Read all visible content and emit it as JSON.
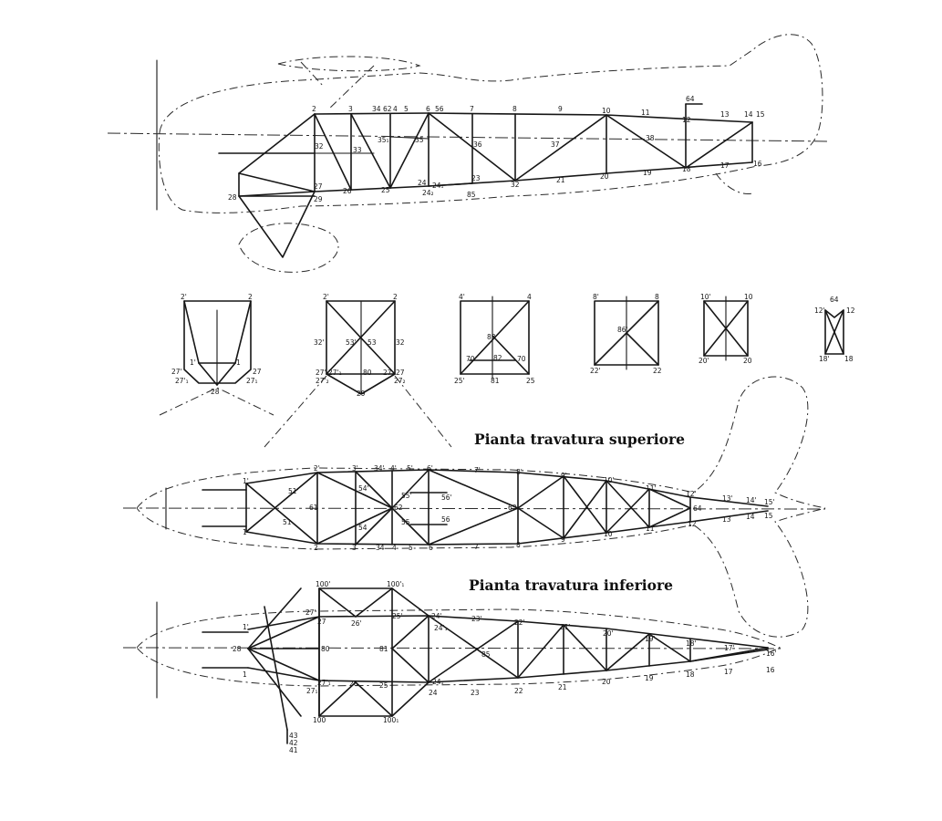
{
  "titles": {
    "upper_plan": "Pianta travatura superiore",
    "lower_plan": "Pianta travatura inferiore"
  },
  "side_view_labels": [
    "2",
    "3",
    "34",
    "62",
    "4",
    "5",
    "6",
    "56",
    "7",
    "8",
    "9",
    "10",
    "11",
    "64",
    "12",
    "13",
    "14",
    "15",
    "16",
    "17",
    "18",
    "19",
    "20",
    "21",
    "32",
    "23",
    "85",
    "24",
    "24₁",
    "24₂",
    "25",
    "26",
    "27",
    "28",
    "29",
    "32",
    "33",
    "35₁",
    "35",
    "36",
    "37",
    "38"
  ],
  "sections": [
    {
      "labels": [
        "2'",
        "2",
        "1'",
        "1",
        "27'",
        "27",
        "27'₁",
        "27₁",
        "28"
      ]
    },
    {
      "labels": [
        "2'",
        "2",
        "32'",
        "32",
        "53'",
        "53",
        "27'",
        "27'₁",
        "80",
        "27₁",
        "27",
        "27'₂",
        "27₂",
        "29"
      ]
    },
    {
      "labels": [
        "4'",
        "4",
        "83",
        "82",
        "70",
        "70",
        "25'",
        "81",
        "25"
      ]
    },
    {
      "labels": [
        "8'",
        "8",
        "86'",
        "22'",
        "22"
      ]
    },
    {
      "labels": [
        "10'",
        "10",
        "20'",
        "20"
      ]
    },
    {
      "labels": [
        "64",
        "12'",
        "12",
        "18'",
        "18"
      ]
    }
  ],
  "upper_plan_labels": [
    "1'",
    "1",
    "51'",
    "51",
    "61",
    "2'",
    "2",
    "3'",
    "3",
    "34'",
    "34",
    "4'",
    "4",
    "5'",
    "5",
    "6'",
    "6",
    "7'",
    "7",
    "8'",
    "8",
    "9'",
    "9",
    "10'",
    "10",
    "11'",
    "11",
    "12'",
    "12",
    "13'",
    "13",
    "14'",
    "14",
    "15'",
    "15",
    "54'",
    "54",
    "55'",
    "55",
    "56'",
    "56",
    "62",
    "63",
    "64"
  ],
  "lower_plan_labels": [
    "1'",
    "1",
    "28",
    "80",
    "81",
    "27'",
    "27",
    "27'₁",
    "27₁",
    "26'",
    "26",
    "25'",
    "25",
    "24'",
    "24",
    "24'₁",
    "24₁",
    "23'",
    "23",
    "22'",
    "22",
    "21'",
    "21",
    "20'",
    "20",
    "19'",
    "19",
    "18'",
    "18",
    "17'",
    "17",
    "16'",
    "16",
    "85",
    "100'",
    "100",
    "100'₁",
    "100₁",
    "43",
    "42",
    "41"
  ]
}
